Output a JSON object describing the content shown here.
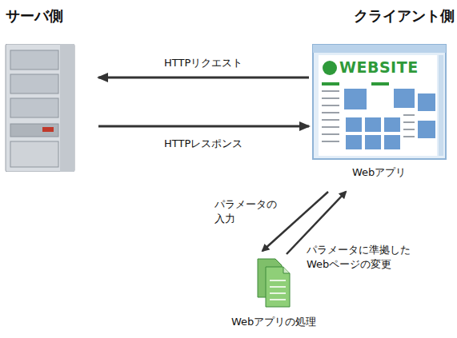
{
  "diagram": {
    "nodes": [
      {
        "text": [
          "サーバ側"
        ]
      },
      {
        "text": [
          "クライアント側",
          "WEBSITE",
          "Webアプリ"
        ]
      },
      {
        "text": [
          "Webアプリの処理"
        ]
      }
    ],
    "edges": [
      {
        "from": 1,
        "to": 0,
        "arrow": "to",
        "label": "HTTPリクエスト"
      },
      {
        "from": 0,
        "to": 1,
        "arrow": "to",
        "label": "HTTPレスポンス"
      },
      {
        "from": 1,
        "to": 2,
        "arrow": "to",
        "label": "パラメータの 入力"
      },
      {
        "from": 2,
        "to": 1,
        "arrow": "to",
        "label": "パラメータに準拠した Webページの変更"
      }
    ]
  }
}
